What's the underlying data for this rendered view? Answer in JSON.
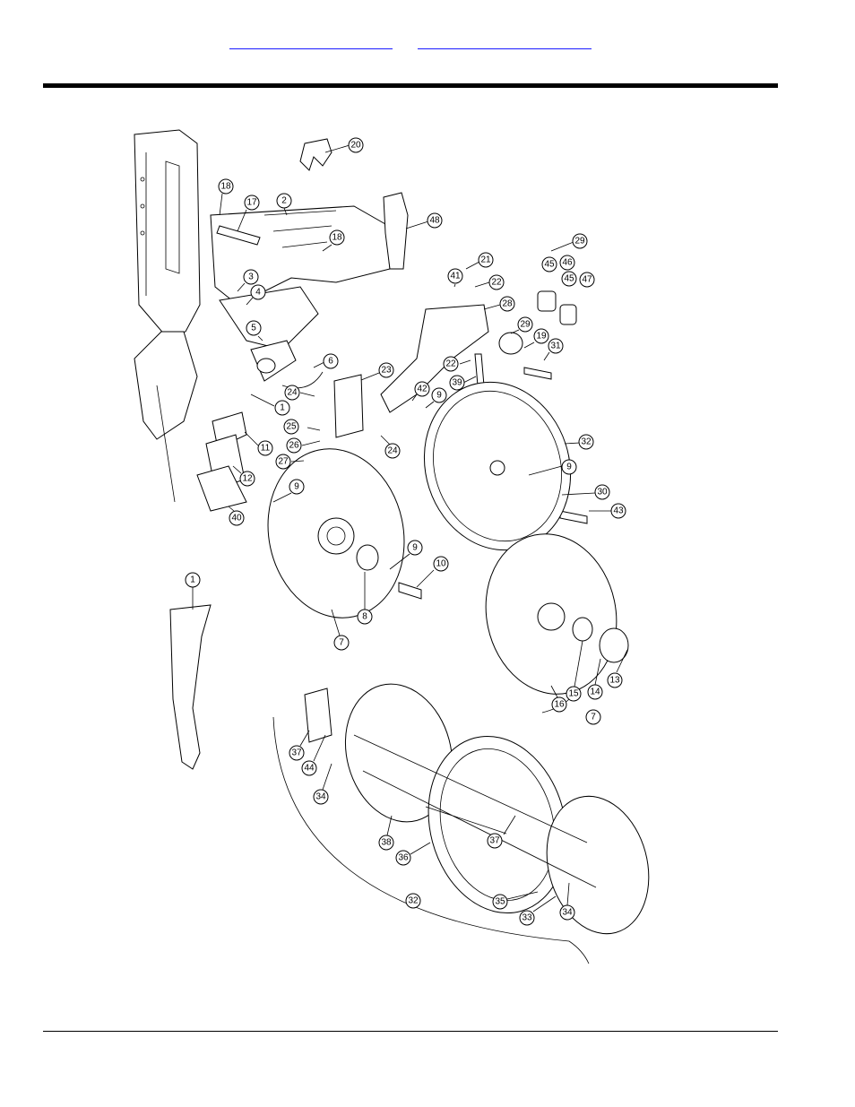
{
  "header": {
    "links": [
      "",
      ""
    ]
  },
  "diagram": {
    "callouts": [
      "20",
      "18",
      "17",
      "2",
      "48",
      "18",
      "29",
      "45",
      "46",
      "45",
      "47",
      "3",
      "4",
      "41",
      "21",
      "22",
      "28",
      "5",
      "29",
      "19",
      "31",
      "22",
      "6",
      "23",
      "39",
      "24",
      "42",
      "9",
      "1",
      "25",
      "32",
      "24",
      "26",
      "11",
      "27",
      "9",
      "12",
      "30",
      "43",
      "40",
      "9",
      "9",
      "10",
      "8",
      "7",
      "1",
      "16",
      "15",
      "14",
      "13",
      "7",
      "37",
      "44",
      "34",
      "37",
      "38",
      "36",
      "35",
      "33",
      "34",
      "32"
    ]
  }
}
